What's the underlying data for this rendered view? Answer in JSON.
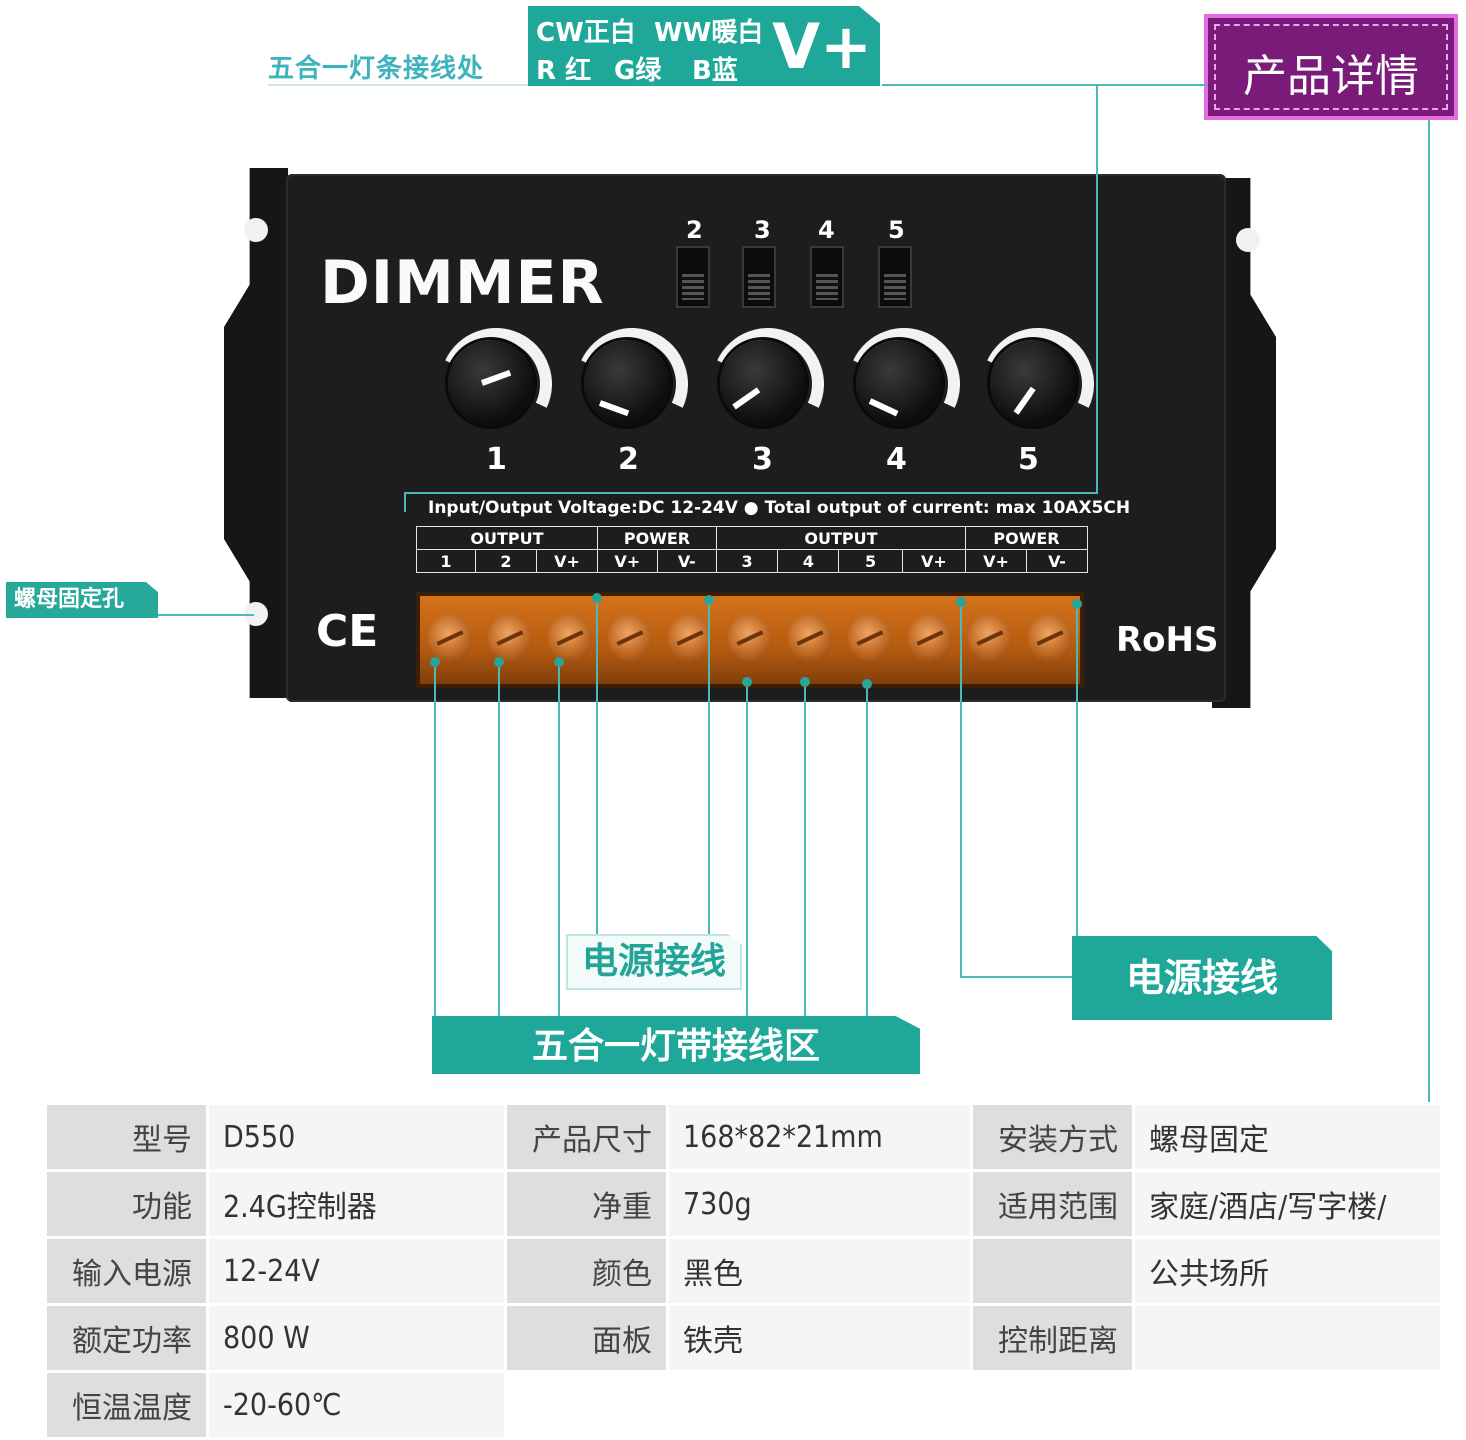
{
  "top": {
    "strip_label": "五合一灯条接线处",
    "cw": "CW正白",
    "ww": "WW暖白",
    "r": "R 红",
    "g": "G绿",
    "b": "B蓝",
    "vplus": "V+",
    "detail_badge": "产品详情"
  },
  "device": {
    "title": "DIMMER",
    "switch_numbers": [
      "2",
      "3",
      "4",
      "5"
    ],
    "knob_numbers": [
      "1",
      "2",
      "3",
      "4",
      "5"
    ],
    "spec_line": "Input/Output Voltage:DC 12-24V ● Total output of current: max 10AX5CH",
    "terminal_groups": [
      "OUTPUT",
      "POWER",
      "OUTPUT",
      "POWER"
    ],
    "terminal_pins": [
      "1",
      "2",
      "V+",
      "V+",
      "V-",
      "3",
      "4",
      "5",
      "V+",
      "V+",
      "V-"
    ],
    "ce": "CE",
    "rohs": "RoHS"
  },
  "callouts": {
    "nut_hole": "螺母固定孔",
    "power_left": "电源接线",
    "power_right": "电源接线",
    "strip_zone": "五合一灯带接线区"
  },
  "specs": {
    "rows": [
      [
        "型号",
        "D550",
        "产品尺寸",
        "168*82*21mm",
        "安装方式",
        "螺母固定"
      ],
      [
        "功能",
        "2.4G控制器",
        "净重",
        "730g",
        "适用范围",
        "家庭/酒店/写字楼/"
      ],
      [
        "输入电源",
        "12-24V",
        "颜色",
        "黑色",
        "",
        "公共场所"
      ],
      [
        "额定功率",
        "800 W",
        "面板",
        "铁壳",
        "控制距离",
        ""
      ],
      [
        "恒温温度",
        "-20-60℃",
        "",
        "",
        "",
        ""
      ]
    ]
  },
  "colors": {
    "teal": "#1fa89a",
    "magenta": "#7b1b79",
    "device_black": "#1d1d1f",
    "terminal_orange": "#c9661a"
  }
}
